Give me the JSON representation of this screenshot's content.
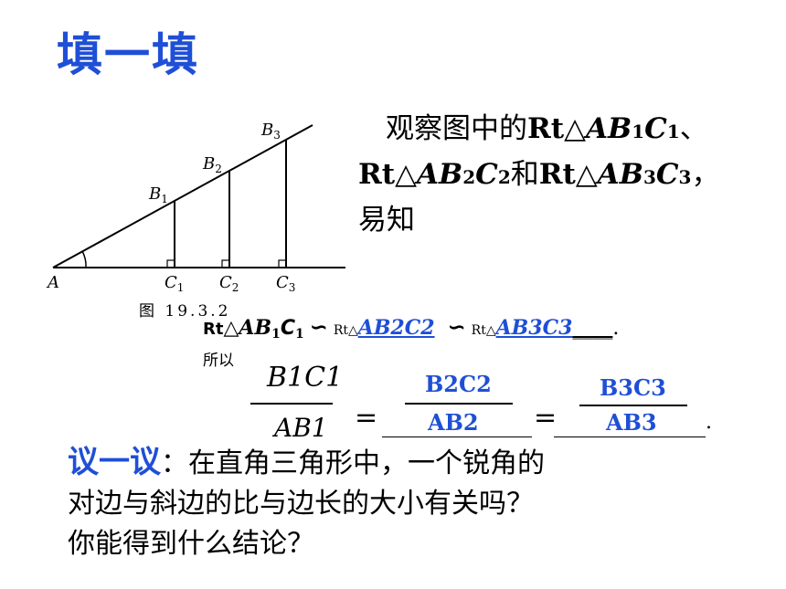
{
  "title": "填一填",
  "observe": {
    "line1_prefix": "观察图中的",
    "line2_mid": "和",
    "line3": "易知",
    "rt": "Rt△",
    "sep1": "、",
    "comma": "，"
  },
  "figure": {
    "caption": "图 19.3.2",
    "labels": {
      "A": "A",
      "B1": "B",
      "B2": "B",
      "B3": "B",
      "C1": "C",
      "C2": "C",
      "C3": "C",
      "s1": "1",
      "s2": "2",
      "s3": "3"
    }
  },
  "similarity": {
    "rt": "Rt",
    "tri": "△",
    "ab": "AB",
    "c": "C",
    "one": "1",
    "sym": "∽",
    "rt_small": "Rt△",
    "ans1": "AB2C2",
    "ans2": "AB3C3",
    "blank": "____",
    "period": "."
  },
  "so_label": "所以",
  "ratio": {
    "num1": "B1C1",
    "den1": "AB1",
    "num2": "B2C2",
    "den2": "AB2",
    "num3": "B3C3",
    "den3": "AB3",
    "eq": "=",
    "period": "."
  },
  "discuss": {
    "label": "议一议",
    "colon": "：",
    "text1": "在直角三角形中，一个锐角的",
    "text2": "对边与斜边的比与边长的大小有关吗？",
    "text3": "你能得到什么结论？"
  },
  "colors": {
    "accent": "#1f4fd6"
  }
}
